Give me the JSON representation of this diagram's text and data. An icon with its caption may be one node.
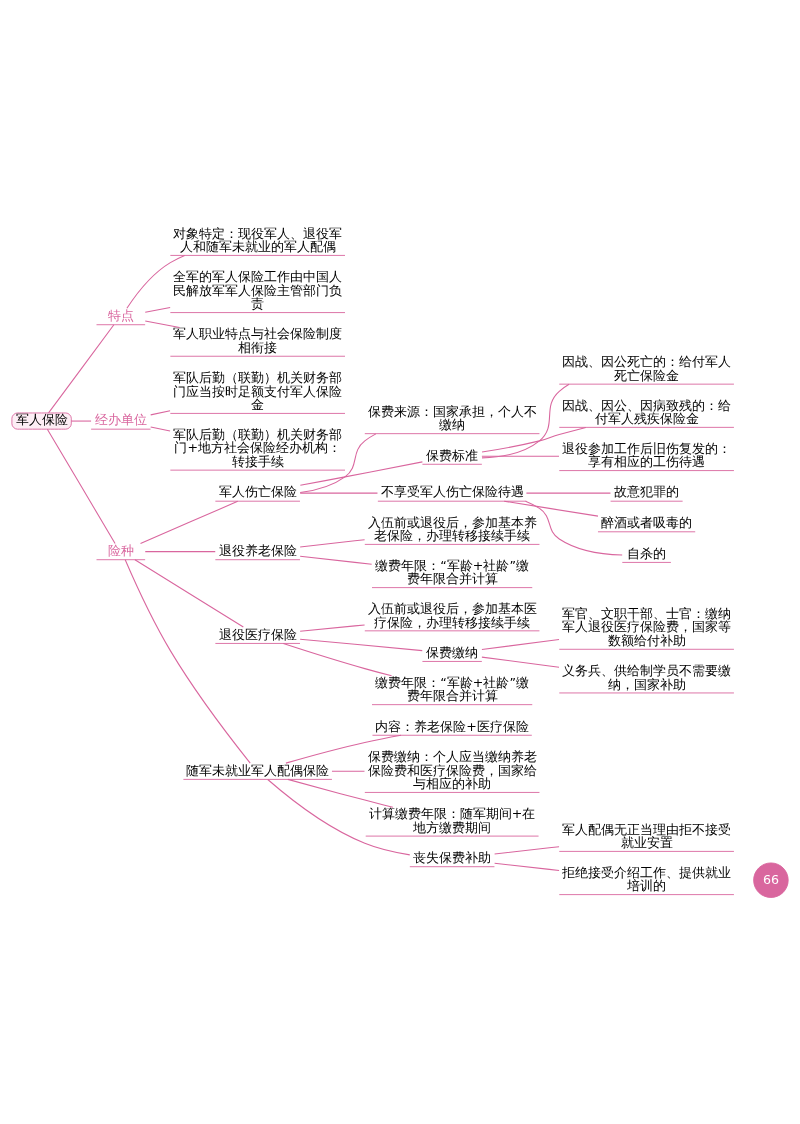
{
  "diagram": {
    "nodes": [
      {
        "text": [
          "军人保险"
        ]
      },
      {
        "text": [
          "特点"
        ]
      },
      {
        "text": [
          "对象特定：现役军人、退役军人和随军未就业的军人配偶"
        ]
      },
      {
        "text": [
          "全军的军人保险工作由中国人民解放军军人保险主管部门负责"
        ]
      },
      {
        "text": [
          "军人职业特点与社会保险制度相衔接"
        ]
      },
      {
        "text": [
          "经办单位"
        ]
      },
      {
        "text": [
          "军队后勤（联勤）机关财务部门应当按时足额支付军人保险金"
        ]
      },
      {
        "text": [
          "军队后勤（联勤）机关财务部门+地方社会保险经办机构：转接手续"
        ]
      },
      {
        "text": [
          "险种"
        ]
      },
      {
        "text": [
          "军人伤亡保险"
        ]
      },
      {
        "text": [
          "保费来源：国家承担，个人不缴纳"
        ]
      },
      {
        "text": [
          "保费标准"
        ]
      },
      {
        "text": [
          "因战、因公死亡的：给付军人死亡保险金"
        ]
      },
      {
        "text": [
          "因战、因公、因病致残的：给付军人残疾保险金"
        ]
      },
      {
        "text": [
          "退役参加工作后旧伤复发的：享有相应的工伤待遇"
        ]
      },
      {
        "text": [
          "不享受军人伤亡保险待遇"
        ]
      },
      {
        "text": [
          "故意犯罪的"
        ]
      },
      {
        "text": [
          "醉酒或者吸毒的"
        ]
      },
      {
        "text": [
          "自杀的"
        ]
      },
      {
        "text": [
          "退役养老保险"
        ]
      },
      {
        "text": [
          "入伍前或退役后，参加基本养老保险，办理转移接续手续"
        ]
      },
      {
        "text": [
          "缴费年限：“军龄+社龄”缴费年限合并计算"
        ]
      },
      {
        "text": [
          "退役医疗保险"
        ]
      },
      {
        "text": [
          "入伍前或退役后，参加基本医疗保险，办理转移接续手续"
        ]
      },
      {
        "text": [
          "保费缴纳"
        ]
      },
      {
        "text": [
          "军官、文职干部、士官：缴纳军人退役医疗保险费，国家等数额给付补助"
        ]
      },
      {
        "text": [
          "义务兵、供给制学员不需要缴纳，国家补助"
        ]
      },
      {
        "text": [
          "缴费年限：“军龄+社龄”缴费年限合并计算"
        ]
      },
      {
        "text": [
          "随军未就业军人配偶保险"
        ]
      },
      {
        "text": [
          "内容：养老保险+医疗保险"
        ]
      },
      {
        "text": [
          "保费缴纳：个人应当缴纳养老保险费和医疗保险费，国家给与相应的补助"
        ]
      },
      {
        "text": [
          "计算缴费年限：随军期间+在地方缴费期间"
        ]
      },
      {
        "text": [
          "丧失保费补助"
        ]
      },
      {
        "text": [
          "军人配偶无正当理由拒不接受就业安置"
        ]
      },
      {
        "text": [
          "拒绝接受介绍工作、提供就业培训的"
        ]
      }
    ],
    "edges": [
      {
        "from": 0,
        "to": 1,
        "arrow": "none"
      },
      {
        "from": 1,
        "to": 2,
        "arrow": "none"
      },
      {
        "from": 1,
        "to": 3,
        "arrow": "none"
      },
      {
        "from": 1,
        "to": 4,
        "arrow": "none"
      },
      {
        "from": 0,
        "to": 5,
        "arrow": "none"
      },
      {
        "from": 5,
        "to": 6,
        "arrow": "none"
      },
      {
        "from": 5,
        "to": 7,
        "arrow": "none"
      },
      {
        "from": 0,
        "to": 8,
        "arrow": "none"
      },
      {
        "from": 8,
        "to": 9,
        "arrow": "none"
      },
      {
        "from": 9,
        "to": 10,
        "arrow": "none"
      },
      {
        "from": 9,
        "to": 11,
        "arrow": "none"
      },
      {
        "from": 11,
        "to": 12,
        "arrow": "none"
      },
      {
        "from": 11,
        "to": 13,
        "arrow": "none"
      },
      {
        "from": 11,
        "to": 14,
        "arrow": "none"
      },
      {
        "from": 9,
        "to": 15,
        "arrow": "none"
      },
      {
        "from": 15,
        "to": 16,
        "arrow": "none"
      },
      {
        "from": 15,
        "to": 17,
        "arrow": "none"
      },
      {
        "from": 15,
        "to": 18,
        "arrow": "none"
      },
      {
        "from": 8,
        "to": 19,
        "arrow": "none"
      },
      {
        "from": 19,
        "to": 20,
        "arrow": "none"
      },
      {
        "from": 19,
        "to": 21,
        "arrow": "none"
      },
      {
        "from": 8,
        "to": 22,
        "arrow": "none"
      },
      {
        "from": 22,
        "to": 23,
        "arrow": "none"
      },
      {
        "from": 22,
        "to": 24,
        "arrow": "none"
      },
      {
        "from": 24,
        "to": 25,
        "arrow": "none"
      },
      {
        "from": 24,
        "to": 26,
        "arrow": "none"
      },
      {
        "from": 22,
        "to": 27,
        "arrow": "none"
      },
      {
        "from": 8,
        "to": 28,
        "arrow": "none"
      },
      {
        "from": 28,
        "to": 29,
        "arrow": "none"
      },
      {
        "from": 28,
        "to": 30,
        "arrow": "none"
      },
      {
        "from": 28,
        "to": 31,
        "arrow": "none"
      },
      {
        "from": 28,
        "to": 32,
        "arrow": "none"
      },
      {
        "from": 32,
        "to": 33,
        "arrow": "none"
      },
      {
        "from": 32,
        "to": 34,
        "arrow": "none"
      }
    ],
    "labels": [
      "66"
    ]
  }
}
